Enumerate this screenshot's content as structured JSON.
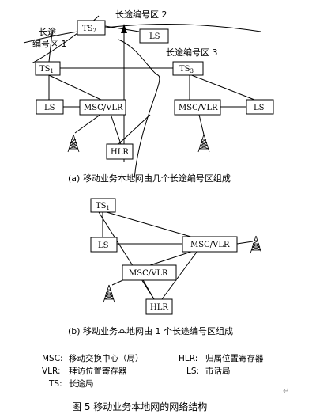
{
  "diagram_a": {
    "zone2_label": "长途编号区 2",
    "zone1_label_line1": "长途",
    "zone1_label_line2": "编号区 1",
    "zone3_label": "长途编号区 3",
    "ts2": "TS",
    "ts2_sub": "2",
    "ts1": "TS",
    "ts1_sub": "1",
    "ts3": "TS",
    "ts3_sub": "3",
    "ls_top": "LS",
    "ls_left": "LS",
    "ls_right": "LS",
    "msc_left": "MSC/VLR",
    "msc_right": "MSC/VLR",
    "hlr": "HLR",
    "caption": "(a)  移动业务本地网由几个长途编号区组成"
  },
  "diagram_b": {
    "ts1": "TS",
    "ts1_sub": "1",
    "ls": "LS",
    "msc_right": "MSC/VLR",
    "msc_left": "MSC/VLR",
    "hlr": "HLR",
    "caption": "(b)  移动业务本地网由 1 个长途编号区组成"
  },
  "legend": {
    "msc_abbr": "MSC:",
    "msc_desc": "移动交换中心（局）",
    "hlr_abbr": "HLR:",
    "hlr_desc": "归属位置寄存器",
    "vlr_abbr": "VLR:",
    "vlr_desc": "拜访位置寄存器",
    "ls_abbr": "LS:",
    "ls_desc": "市话局",
    "ts_abbr": "TS:",
    "ts_desc": "长途局"
  },
  "figure_title": "图 5    移动业务本地网的网络结构",
  "return_mark": "↵"
}
